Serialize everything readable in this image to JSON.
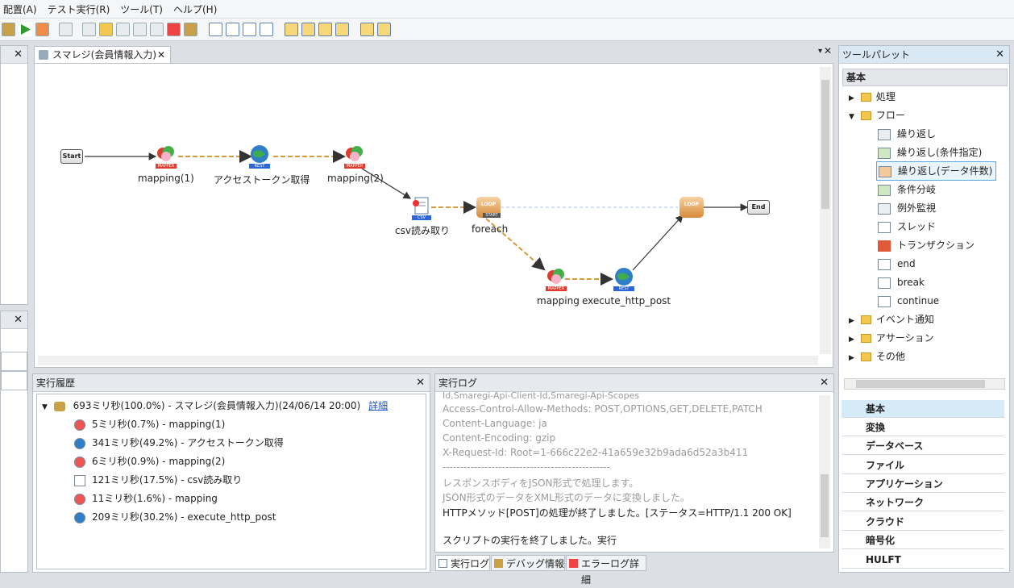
{
  "menu": [
    "配置(A)",
    "テスト実行(R)",
    "ツール(T)",
    "ヘルプ(H)"
  ],
  "editor": {
    "tab_title": "スマレジ(会員情報入力)",
    "nodes": {
      "start": "Start",
      "mapping1": "mapping(1)",
      "access_token": "アクセストークン取得",
      "mapping2": "mapping(2)",
      "csv": "csv読み取り",
      "foreach": "foreach",
      "mapping": "mapping",
      "execute": "execute_http_post",
      "end": "End"
    },
    "icon_tags": {
      "mapper": "MAPPER",
      "rest": "REST",
      "csv": "CSV",
      "loop": "LOOP",
      "start_tag": "START"
    }
  },
  "history": {
    "title": "実行履歴",
    "root": "693ミリ秒(100.0%) - スマレジ(会員情報入力)(24/06/14 20:00)",
    "detail_link": "詳細",
    "items": [
      "5ミリ秒(0.7%) - mapping(1)",
      "341ミリ秒(49.2%) - アクセストークン取得",
      "6ミリ秒(0.9%) - mapping(2)",
      "121ミリ秒(17.5%) - csv読み取り",
      "11ミリ秒(1.6%) - mapping",
      "209ミリ秒(30.2%) - execute_http_post"
    ]
  },
  "log": {
    "title": "実行ログ",
    "lines": [
      "Id,Smaregi-Api-Client-Id,Smaregi-Api-Scopes",
      "Access-Control-Allow-Methods: POST,OPTIONS,GET,DELETE,PATCH",
      "Content-Language: ja",
      "Content-Encoding: gzip",
      "X-Request-Id: Root=1-666c22e2-41a659e32b9ada6d52a3b411",
      "------------------------------------------------",
      "レスポンスボディをJSON形式で処理します。",
      "JSON形式のデータをXML形式のデータに変換しました。",
      "HTTPメソッド[POST]の処理が終了しました。[ステータス=HTTP/1.1 200 OK]",
      "",
      "スクリプトの実行を終了しました。実行"
    ],
    "tabs": [
      "実行ログ",
      "デバッグ情報",
      "エラーログ詳細"
    ]
  },
  "palette": {
    "title": "ツールパレット",
    "section": "基本",
    "tree": {
      "shori": "処理",
      "flow": "フロー",
      "flow_items": [
        "繰り返し",
        "繰り返し(条件指定)",
        "繰り返し(データ件数)",
        "条件分岐",
        "例外監視",
        "スレッド",
        "トランザクション",
        "end",
        "break",
        "continue"
      ],
      "event": "イベント通知",
      "assertion": "アサーション",
      "other": "その他"
    },
    "categories": [
      "基本",
      "変換",
      "データベース",
      "ファイル",
      "アプリケーション",
      "ネットワーク",
      "クラウド",
      "暗号化",
      "HULFT"
    ]
  }
}
